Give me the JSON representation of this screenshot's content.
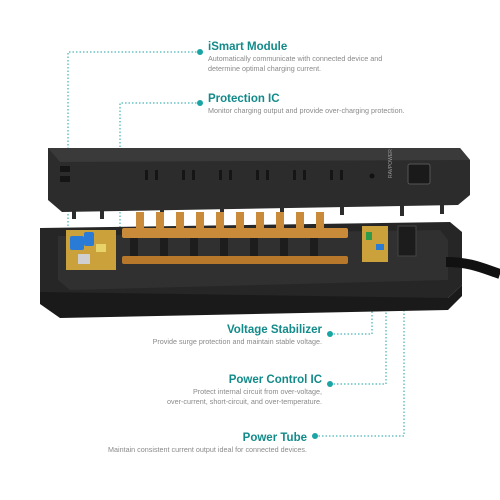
{
  "callouts": {
    "ismart": {
      "title": "iSmart Module",
      "desc_line1": "Automatically communicate with connected device and",
      "desc_line2": "determine optimal charging current."
    },
    "protection": {
      "title": "Protection IC",
      "desc_line1": "Monitor charging output and provide over-charging protection."
    },
    "voltage": {
      "title": "Voltage Stabilizer",
      "desc_line1": "Provide surge protection and maintain stable voltage."
    },
    "power_control": {
      "title": "Power Control IC",
      "desc_line1": "Protect internal circuit from over-voltage,",
      "desc_line2": "over-current, short-circuit, and over-temperature."
    },
    "power_tube": {
      "title": "Power Tube",
      "desc_line1": "Maintain consistent current output ideal for connected devices."
    }
  },
  "product": {
    "brand_label": "RAVPOWER"
  },
  "colors": {
    "accent": "#138a8a",
    "leader": "#1aa5a5",
    "body": "#2b2b2b",
    "copper": "#c98a3a"
  }
}
